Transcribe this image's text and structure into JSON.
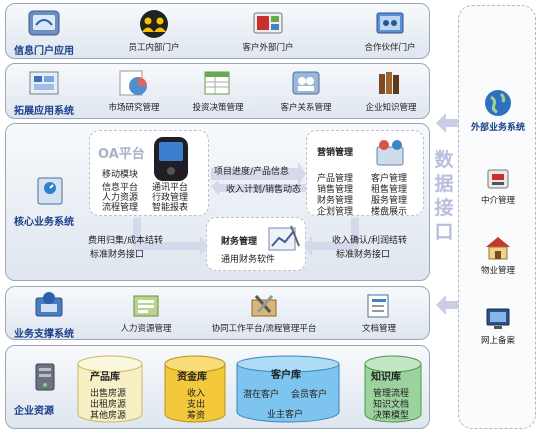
{
  "layers": {
    "portal": {
      "label": "信息门户应用",
      "items": [
        "员工内部门户",
        "客户外部门户",
        "合作伙伴门户"
      ]
    },
    "extension": {
      "label": "拓展应用系统",
      "items": [
        "市场研究管理",
        "投资决策管理",
        "客户关系管理",
        "企业知识管理"
      ]
    },
    "core": {
      "label": "核心业务系统",
      "oa_title": "OA平台",
      "oa_lines": [
        "移动模块",
        "信息平台",
        "人力资源",
        "流程管理"
      ],
      "oa_lines2": [
        "通讯平台",
        "行政管理",
        "智能报表"
      ],
      "sales_title": "营销管理",
      "sales_col1": [
        "产品管理",
        "销售管理",
        "财务管理",
        "企划管理"
      ],
      "sales_col2": [
        "客户管理",
        "租售管理",
        "服务管理",
        "楼盘展示"
      ],
      "finance_title": "财务管理",
      "finance_sub": "通用财务软件",
      "flow_top1": "项目进度/产品信息",
      "flow_top2": "收入计划/销售动态",
      "flow_left1": "费用归集/成本结转",
      "flow_left2": "标准财务接口",
      "flow_right1": "收入确认/利润结转",
      "flow_right2": "标准财务接口"
    },
    "support": {
      "label": "业务支撑系统",
      "items": [
        "人力资源管理",
        "协同工作平台/流程管理平台",
        "文档管理"
      ]
    },
    "resource": {
      "label": "企业资源",
      "stores": [
        {
          "title": "产品库",
          "lines": [
            "出售房源",
            "出租房源",
            "其他房源"
          ]
        },
        {
          "title": "资金库",
          "lines": [
            "收入",
            "支出",
            "筹资"
          ]
        },
        {
          "title": "客户库",
          "lines": [
            "潜在客户",
            "会员客户",
            "业主客户"
          ]
        },
        {
          "title": "知识库",
          "lines": [
            "管理流程",
            "知识文档",
            "决策模型"
          ]
        }
      ]
    }
  },
  "interface_label": "数据接口",
  "external": {
    "title": "外部业务系统",
    "items": [
      "中介管理",
      "物业管理",
      "网上备案"
    ]
  },
  "colors": {
    "label_blue": "#1a3f8a",
    "arrow": "#c9cde6",
    "product": "#f6f0c4",
    "fund": "#f3c83a",
    "customer": "#7dc4ee",
    "knowledge": "#9bd29d"
  }
}
